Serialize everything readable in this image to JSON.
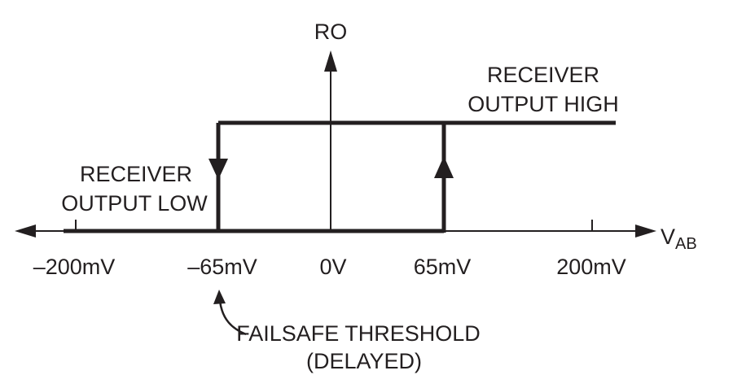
{
  "y_axis_label": "RO",
  "x_axis_label": {
    "main": "V",
    "subscript": "AB"
  },
  "region_high": {
    "line1": "RECEIVER",
    "line2": "OUTPUT HIGH"
  },
  "region_low": {
    "line1": "RECEIVER",
    "line2": "OUTPUT LOW"
  },
  "ticks": [
    "–200mV",
    "–65mV",
    "0V",
    "65mV",
    "200mV"
  ],
  "annotation": {
    "line1": "FAILSAFE THRESHOLD",
    "line2": "(DELAYED)"
  },
  "colors": {
    "ink": "#231f20",
    "background": "#ffffff"
  }
}
